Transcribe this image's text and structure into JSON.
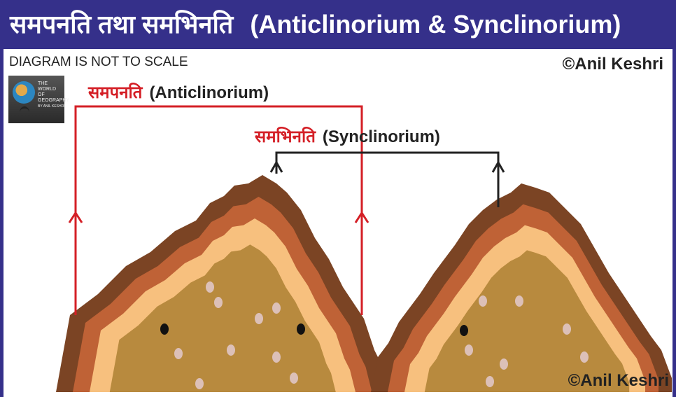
{
  "header": {
    "title_hindi": "समपनति तथा समभिनति",
    "title_english": "(Anticlinorium & Synclinorium)"
  },
  "note": "DIAGRAM IS NOT TO SCALE",
  "credit": "©Anil Keshri",
  "logo": {
    "lines": [
      "THE",
      "WORLD",
      "OF",
      "GEOGRAPHY",
      "BY ANIL KESHRI"
    ]
  },
  "anticlinorium": {
    "hindi": "समपनति",
    "english": "(Anticlinorium)"
  },
  "synclinorium": {
    "hindi": "समभिनति",
    "english": "(Synclinorium)"
  },
  "colors": {
    "frame": "#35308a",
    "outer": "#7b4424",
    "second": "#bf6236",
    "third": "#f7c07e",
    "core": "#b88a3e",
    "red_line": "#d41f26"
  }
}
